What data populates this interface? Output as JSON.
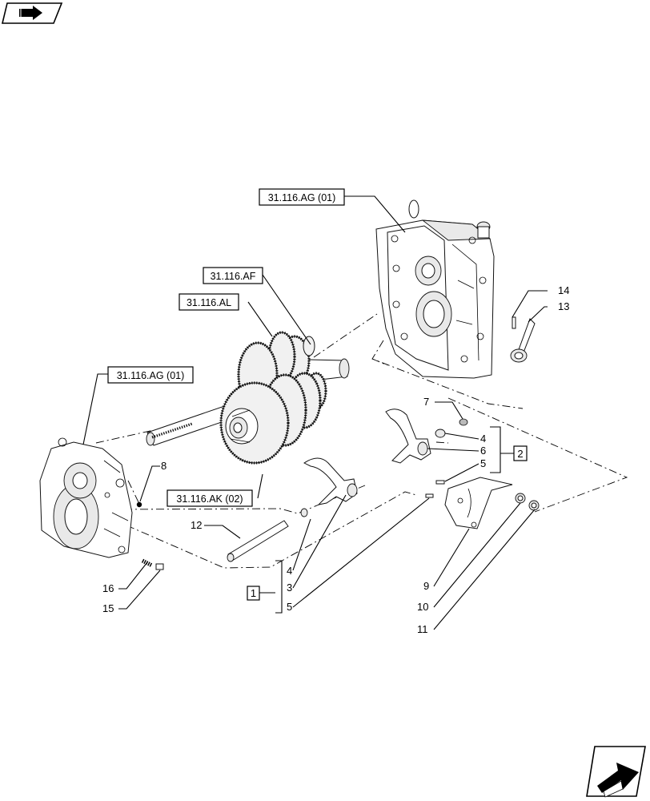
{
  "references": {
    "housing_cover": "31.116.AG (01)",
    "gear_shaft": "31.116.AF",
    "gear_cluster": "31.116.AL",
    "housing_front": "31.116.AG (01)",
    "gear_pack": "31.116.AK (02)"
  },
  "groups": {
    "group1": "1",
    "group2": "2"
  },
  "callouts": {
    "c3": "3",
    "c4a": "4",
    "c4b": "4",
    "c5a": "5",
    "c5b": "5",
    "c6": "6",
    "c7": "7",
    "c8": "8",
    "c9": "9",
    "c10": "10",
    "c11": "11",
    "c12": "12",
    "c13": "13",
    "c14": "14",
    "c15": "15",
    "c16": "16"
  },
  "icons": {
    "top_left": "book-arrow-icon",
    "bottom_right": "next-page-arrow-icon"
  }
}
